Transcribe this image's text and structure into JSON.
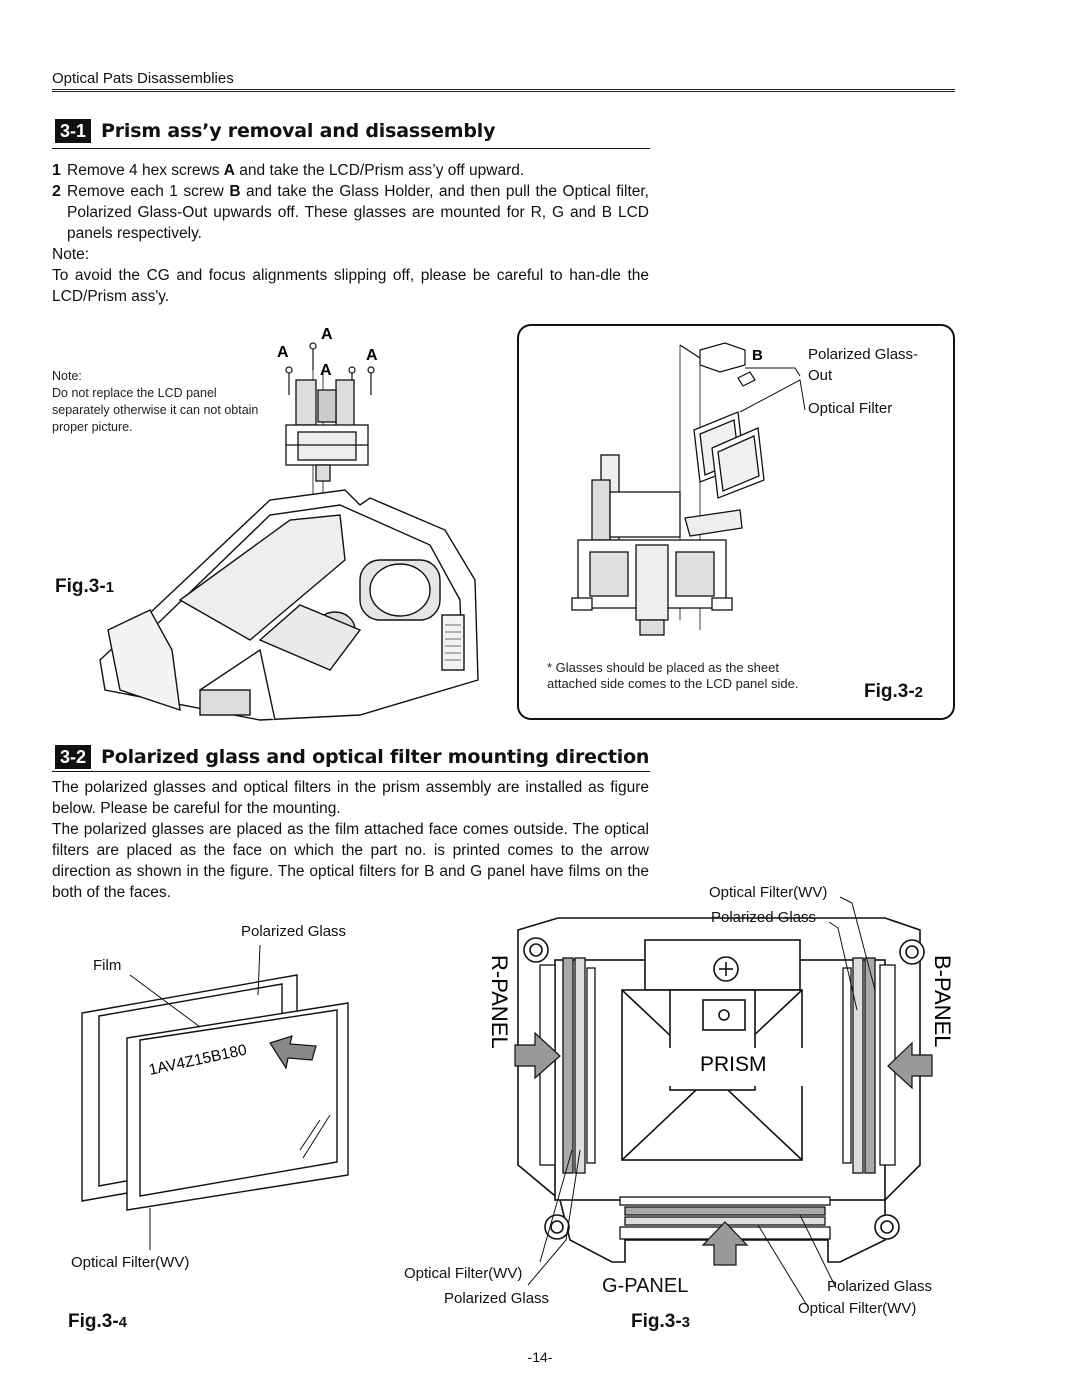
{
  "header": {
    "title": "Optical Pats Disassemblies"
  },
  "section1": {
    "badge": "3-1",
    "title": "Prism ass’y removal and disassembly",
    "steps": [
      {
        "num": "1",
        "pre": "Remove 4 hex screws ",
        "key": "A",
        "post": " and take the LCD/Prism ass’y off upward."
      },
      {
        "num": "2",
        "pre": "Remove each 1 screw ",
        "key": "B",
        "post": " and take the Glass Holder, and then pull the Optical filter, Polarized Glass-Out upwards off. These glasses are mounted for R, G and B LCD panels respectively."
      }
    ],
    "note_label": "Note:",
    "note_text": "To avoid the CG and focus alignments slipping off, please be careful to han-dle the LCD/Prism ass'y."
  },
  "fig1": {
    "note_label": "Note:",
    "note_text": "Do not replace the LCD panel separately otherwise it can not obtain proper picture.",
    "screw_label": "A",
    "fig_main": "Fig.3-",
    "fig_num": "1"
  },
  "fig2": {
    "screw_label": "B",
    "polarized_out": "Polarized Glass-\nOut",
    "optical_filter": "Optical Filter",
    "footnote": "* Glasses should be placed as the sheet attached side comes to the LCD panel side.",
    "fig_main": "Fig.3-",
    "fig_num": "2"
  },
  "section2": {
    "badge": "3-2",
    "title": "Polarized glass and optical filter mounting direction",
    "para1": "The polarized glasses and optical filters in the prism assembly are installed as figure below. Please be careful for the mounting.",
    "para2": "The polarized glasses are placed as the film attached face comes outside. The optical filters are placed as the face on which the part no. is printed comes to the arrow direction as shown in the figure. The optical filters for B and G panel have  films on the both of the faces."
  },
  "fig4": {
    "polarized_glass": "Polarized Glass",
    "film": "Film",
    "part_no": "1AV4Z15B180",
    "optical_filter_wv": "Optical Filter(WV)",
    "fig_main": "Fig.3-",
    "fig_num": "4"
  },
  "fig3": {
    "optical_filter_wv_top": "Optical Filter(WV)",
    "polarized_glass_top": "Polarized Glass",
    "r_panel": "R-PANEL",
    "b_panel": "B-PANEL",
    "prism": "PRISM",
    "g_panel": "G-PANEL",
    "optical_filter_wv_bl": "Optical Filter(WV)",
    "polarized_glass_bl": "Polarized Glass",
    "polarized_glass_br": "Polarized Glass",
    "optical_filter_wv_br": "Optical Filter(WV)",
    "fig_main": "Fig.3-",
    "fig_num": "3"
  },
  "page_number": "-14-"
}
